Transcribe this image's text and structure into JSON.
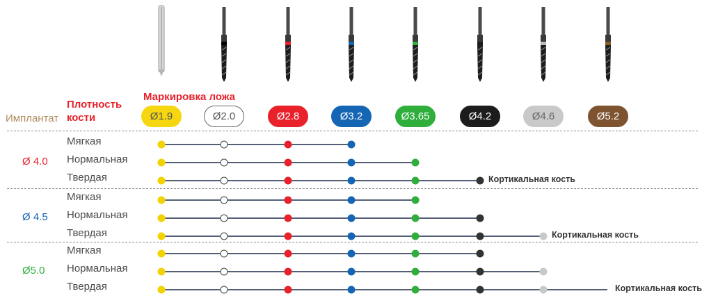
{
  "headers": {
    "implant": "Имплантат",
    "density_line1": "Плотность",
    "density_line2": "кости",
    "marking": "Маркировка ложа"
  },
  "drills": [
    {
      "label": "Ø1.9",
      "fill": "#f5d60f",
      "text": "#555555",
      "border": "#f5d60f",
      "band": null,
      "pilot": true
    },
    {
      "label": "Ø2.0",
      "fill": "#ffffff",
      "text": "#555555",
      "border": "#666666",
      "band": null
    },
    {
      "label": "Ø2.8",
      "fill": "#e8212b",
      "text": "#ffffff",
      "border": "#e8212b",
      "band": "#e8212b"
    },
    {
      "label": "Ø3.2",
      "fill": "#1466b4",
      "text": "#ffffff",
      "border": "#1466b4",
      "band": "#1466b4"
    },
    {
      "label": "Ø3.65",
      "fill": "#2fae3c",
      "text": "#ffffff",
      "border": "#2fae3c",
      "band": "#2fae3c"
    },
    {
      "label": "Ø4.2",
      "fill": "#1c1c1c",
      "text": "#ffffff",
      "border": "#1c1c1c",
      "band": "#1c1c1c"
    },
    {
      "label": "Ø4.6",
      "fill": "#c9c9c9",
      "text": "#666666",
      "border": "#c9c9c9",
      "band": "#bbbbbb"
    },
    {
      "label": "Ø5.2",
      "fill": "#7d5330",
      "text": "#ffffff",
      "border": "#7d5330",
      "band": "#8b5a2b"
    }
  ],
  "dot_colors": [
    "#f2d200",
    "#ffffff",
    "#e8212b",
    "#1466b4",
    "#2fae3c",
    "#333333",
    "#c9c9c9",
    "#7d5330"
  ],
  "line_color": "#1b2a4a",
  "groups": [
    {
      "diameter": "Ø 4.0",
      "color": "#e8212b",
      "rows": [
        {
          "density": "Мягкая",
          "drills": 4,
          "cortical": false
        },
        {
          "density": "Нормальная",
          "drills": 5,
          "cortical": false
        },
        {
          "density": "Твердая",
          "drills": 6,
          "cortical": true
        }
      ]
    },
    {
      "diameter": "Ø 4.5",
      "color": "#1466b4",
      "rows": [
        {
          "density": "Мягкая",
          "drills": 5,
          "cortical": false
        },
        {
          "density": "Нормальная",
          "drills": 6,
          "cortical": false
        },
        {
          "density": "Твердая",
          "drills": 7,
          "cortical": true
        }
      ]
    },
    {
      "diameter": "Ø5.0",
      "color": "#2fae3c",
      "rows": [
        {
          "density": "Мягкая",
          "drills": 6,
          "cortical": false
        },
        {
          "density": "Нормальная",
          "drills": 7,
          "cortical": false
        },
        {
          "density": "Твердая",
          "drills": 7,
          "cortical": true,
          "extended": true
        }
      ]
    }
  ],
  "cortical_label": "Кортикальная кость"
}
